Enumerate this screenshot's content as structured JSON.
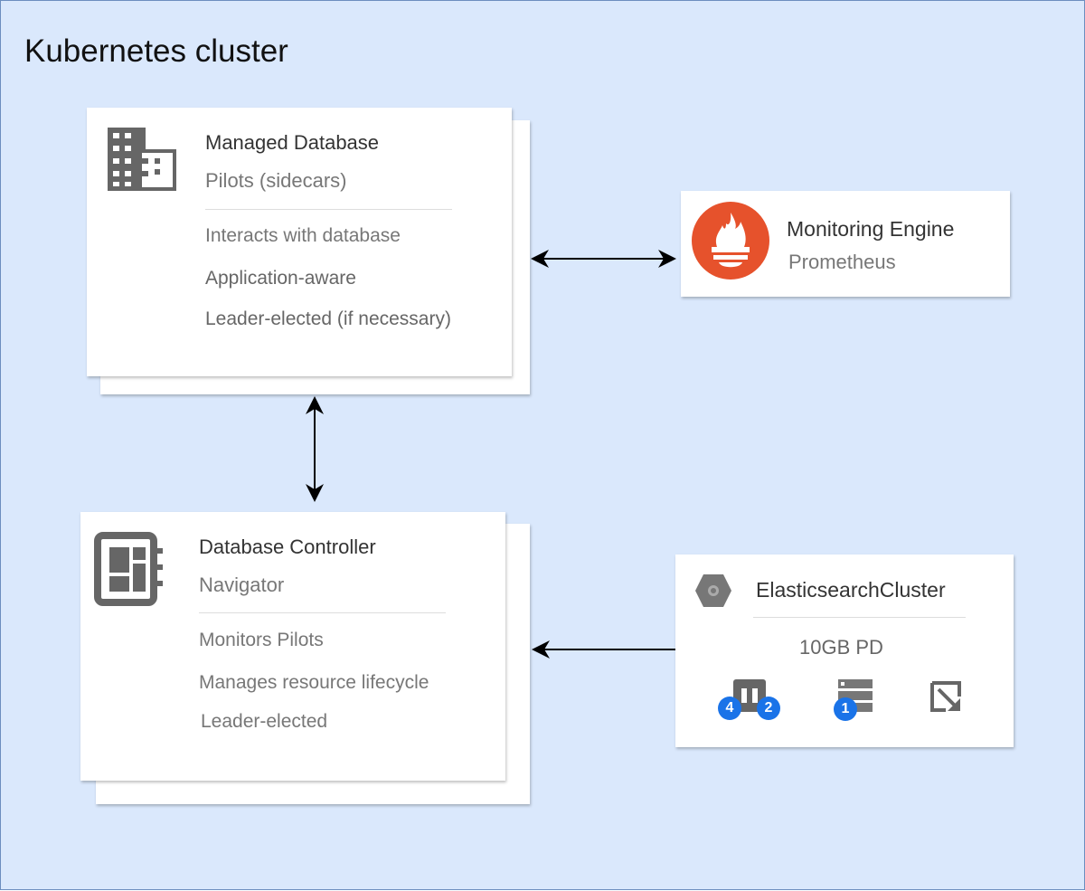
{
  "title": "Kubernetes cluster",
  "managed_database": {
    "title": "Managed Database",
    "subtitle": "Pilots (sidecars)",
    "items": [
      "Interacts with database",
      "Application-aware",
      "Leader-elected (if necessary)"
    ],
    "icon": "building-icon"
  },
  "monitoring": {
    "title": "Monitoring Engine",
    "subtitle": "Prometheus",
    "icon": "prometheus-icon",
    "icon_color": "#e6522c"
  },
  "controller": {
    "title": "Database Controller",
    "subtitle": "Navigator",
    "items": [
      "Monitors Pilots",
      "Manages resource lifecycle",
      "Leader-elected"
    ],
    "icon": "chip-icon"
  },
  "elasticsearch": {
    "title": "ElasticsearchCluster",
    "storage": "10GB PD",
    "badges": [
      "4",
      "2",
      "1"
    ],
    "badge_color": "#1a73e8"
  }
}
